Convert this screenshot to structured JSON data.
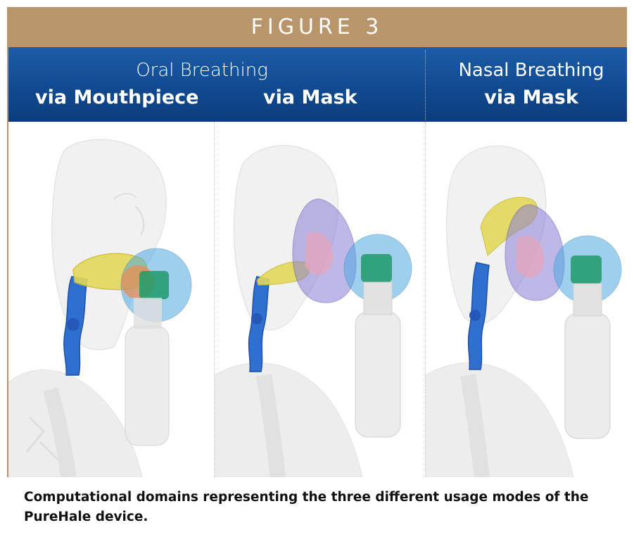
{
  "figure": {
    "label": "FIGURE 3"
  },
  "header": {
    "oral_title": "Oral Breathing",
    "oral_mouthpiece": "via Mouthpiece",
    "oral_mask": "via Mask",
    "nasal_title": "Nasal Breathing",
    "nasal_mask": "via Mask"
  },
  "colors": {
    "header_bar": "#b8956a",
    "band": "#114a91",
    "airway": "#2f6fd0",
    "mouth_region": "#e3d85a",
    "mask": "#8a7fd8",
    "spacer_sphere": "#4fa8e0",
    "canister_cap": "#1f9a6a",
    "mouthpiece_ring": "#ef8a4a"
  },
  "caption": "Computational domains representing the three different usage modes of the PureHale device."
}
